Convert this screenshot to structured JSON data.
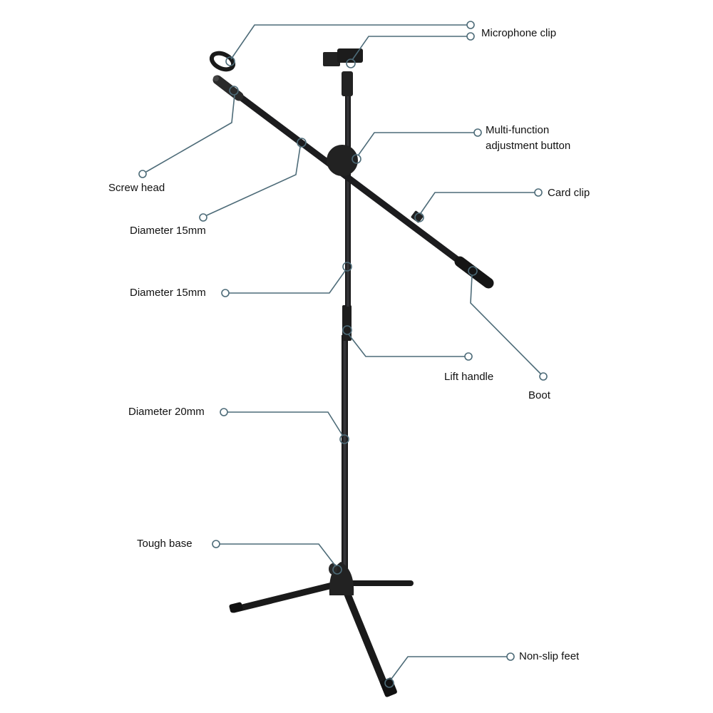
{
  "title": "Microphone boom stand parts diagram",
  "colors": {
    "leader": "#4d6b78",
    "stand": "#1c1c1e"
  },
  "labels": {
    "microphone_clip": "Microphone clip",
    "multi_function_1": "Multi-function",
    "multi_function_2": "adjustment button",
    "screw_head": "Screw head",
    "diameter_boom": "Diameter 15mm",
    "card_clip": "Card clip",
    "diameter_mast": "Diameter 15mm",
    "lift_handle": "Lift handle",
    "boot": "Boot",
    "diameter_lower": "Diameter 20mm",
    "tough_base": "Tough base",
    "non_slip_feet": "Non-slip feet"
  }
}
